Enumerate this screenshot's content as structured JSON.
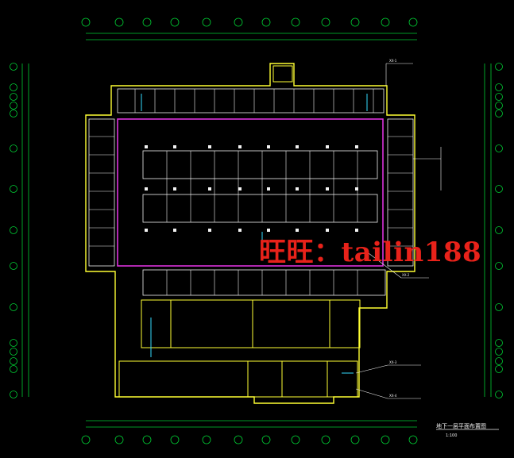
{
  "watermark": "旺旺：tailin188",
  "title_block": {
    "title": "地下一层平面布置图",
    "scale": "1:100"
  },
  "callouts": [
    {
      "id": "c1",
      "label": "XX-1"
    },
    {
      "id": "c2",
      "label": "XX-2"
    },
    {
      "id": "c3",
      "label": "XX-3"
    },
    {
      "id": "c4",
      "label": "XX-4"
    }
  ],
  "colors": {
    "background": "#000000",
    "wall": "#ffff33",
    "grid_axis": "#00cc33",
    "parking_bay": "#ffffff",
    "duct": "#dd33dd",
    "pipe": "#33ddff",
    "watermark": "#e8221a"
  }
}
